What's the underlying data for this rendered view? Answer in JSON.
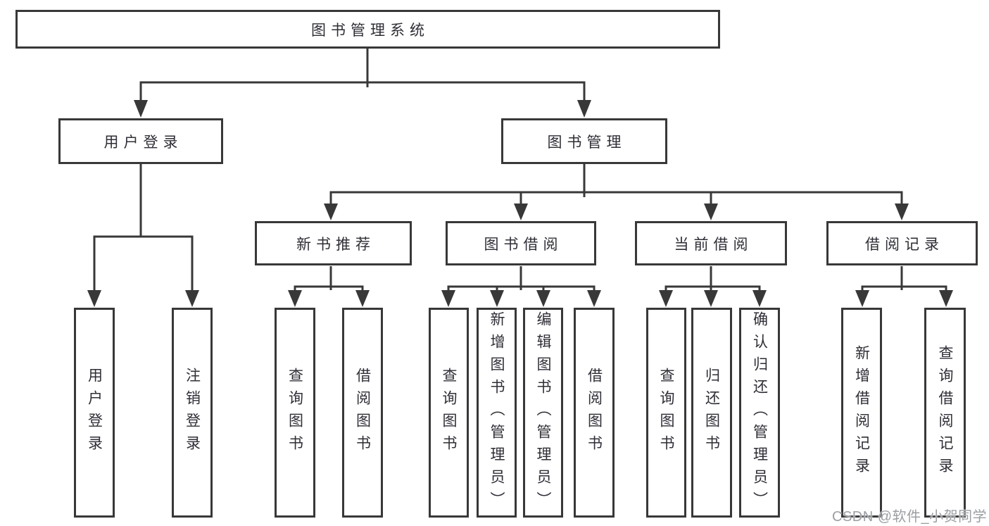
{
  "diagram": {
    "title": "图书管理系统",
    "branches": [
      {
        "label": "用户登录",
        "leaves": [
          "用户登录",
          "注销登录"
        ]
      },
      {
        "label": "图书管理",
        "sections": [
          {
            "label": "新书推荐",
            "leaves": [
              "查询图书",
              "借阅图书"
            ]
          },
          {
            "label": "图书借阅",
            "leaves": [
              "查询图书",
              "新增图书（管理员）",
              "编辑图书（管理员）",
              "借阅图书"
            ]
          },
          {
            "label": "当前借阅",
            "leaves": [
              "查询图书",
              "归还图书",
              "确认归还（管理员）"
            ]
          },
          {
            "label": "借阅记录",
            "leaves": [
              "新增借阅记录",
              "查询借阅记录"
            ]
          }
        ]
      }
    ]
  },
  "watermark": "CSDN @软件_小贺同学",
  "colors": {
    "line": "#383838",
    "text": "#2e2e36",
    "background": "#ffffff",
    "watermark": "#9b9ea2"
  }
}
